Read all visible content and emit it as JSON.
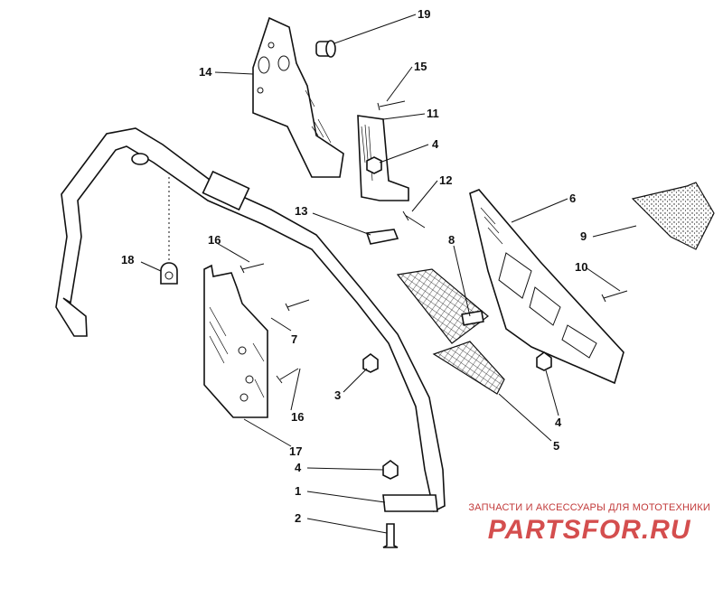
{
  "callouts": [
    {
      "id": "c19",
      "label": "19"
    },
    {
      "id": "c14",
      "label": "14"
    },
    {
      "id": "c15",
      "label": "15"
    },
    {
      "id": "c11",
      "label": "11"
    },
    {
      "id": "c4a",
      "label": "4"
    },
    {
      "id": "c12",
      "label": "12"
    },
    {
      "id": "c13",
      "label": "13"
    },
    {
      "id": "c6",
      "label": "6"
    },
    {
      "id": "c9",
      "label": "9"
    },
    {
      "id": "c8",
      "label": "8"
    },
    {
      "id": "c16a",
      "label": "16"
    },
    {
      "id": "c18",
      "label": "18"
    },
    {
      "id": "c10",
      "label": "10"
    },
    {
      "id": "c7",
      "label": "7"
    },
    {
      "id": "c3",
      "label": "3"
    },
    {
      "id": "c16b",
      "label": "16"
    },
    {
      "id": "c4b",
      "label": "4"
    },
    {
      "id": "c5",
      "label": "5"
    },
    {
      "id": "c17",
      "label": "17"
    },
    {
      "id": "c4c",
      "label": "4"
    },
    {
      "id": "c1",
      "label": "1"
    },
    {
      "id": "c2",
      "label": "2"
    }
  ],
  "watermark": {
    "tagline": "ЗАПЧАСТИ И АКСЕССУАРЫ ДЛЯ МОТОТЕХНИКИ",
    "logo": "PARTSFOR.RU"
  },
  "colors": {
    "line": "#111111",
    "watermark": "#d03b3b"
  }
}
